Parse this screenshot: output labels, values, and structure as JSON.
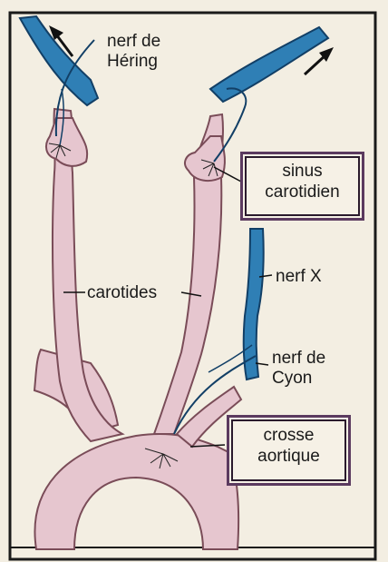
{
  "labels": {
    "nerf_hering_line1": "nerf de",
    "nerf_hering_line2": "Héring",
    "sinus_line1": "sinus",
    "sinus_line2": "carotidien",
    "nerf_x": "nerf X",
    "carotides": "carotides",
    "nerf_cyon_line1": "nerf de",
    "nerf_cyon_line2": "Cyon",
    "crosse_line1": "crosse",
    "crosse_line2": "aortique"
  },
  "colors": {
    "artery": "#e6c6cf",
    "artery_edge": "#7a4c58",
    "vein": "#2f7fb5",
    "vein_edge": "#123f66",
    "box_border": "#5b3a5f",
    "background": "#f3eee2",
    "frame": "#1a1a1a"
  }
}
